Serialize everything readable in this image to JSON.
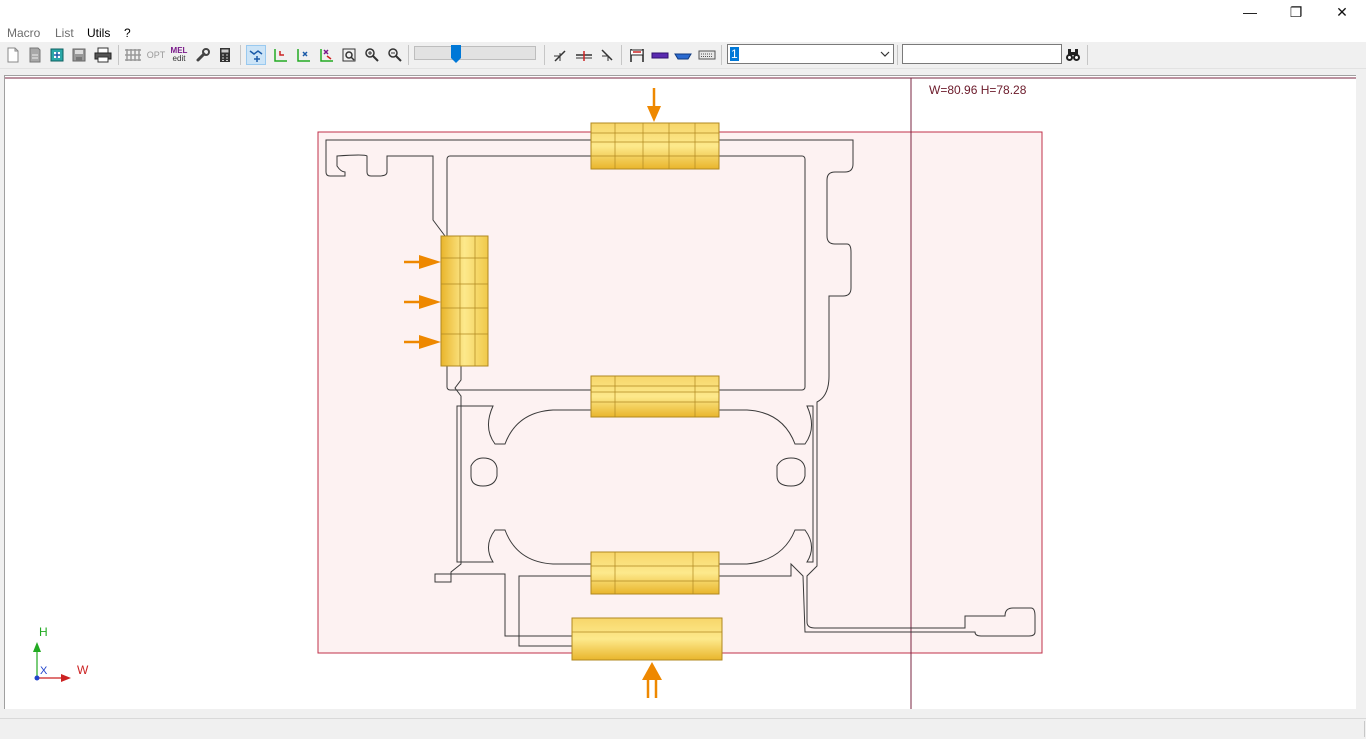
{
  "window": {
    "minimize_glyph": "—",
    "restore_glyph": "❐",
    "close_glyph": "✕"
  },
  "menu": {
    "items": [
      {
        "label": "Macro",
        "enabled": false
      },
      {
        "label": "List",
        "enabled": false
      },
      {
        "label": "Utils",
        "enabled": true
      },
      {
        "label": "?",
        "enabled": true
      }
    ]
  },
  "toolbar": {
    "opt_label": "OPT",
    "mel_label": "MEL",
    "edit_label": "edit",
    "zoom_slider_percent": 33,
    "selected_item": "1",
    "search_value": "",
    "icons": [
      "new-file-icon",
      "open-icon",
      "open-project-icon",
      "save-icon",
      "print-icon",
      "grid-icon",
      "opt-icon",
      "mel-edit-icon",
      "wrench-icon",
      "calculator-icon",
      "fit-view-icon",
      "rotate-h-icon",
      "rotate-x-icon",
      "rotate-xy-icon",
      "zoom-window-icon",
      "zoom-in-icon",
      "zoom-out-icon",
      "align-icon",
      "cut-line-icon",
      "mirror-icon",
      "flag-icon",
      "profile-bar-icon",
      "boat-icon",
      "keyboard-icon",
      "binoculars-icon"
    ]
  },
  "canvas": {
    "dimension_text": "W=80.96  H=78.28",
    "axis": {
      "h_label": "H",
      "w_label": "W",
      "x_label": "X"
    },
    "colors": {
      "axis_h": "#22aa22",
      "axis_w": "#cc2222",
      "axis_origin": "#2244cc",
      "bounding_box": "#c0304a",
      "bounding_fill": "#fdf2f2",
      "guide": "#7a2440",
      "profile": "#3a3a3a",
      "support_block": "#f0c830",
      "arrow": "#ee8800"
    }
  },
  "status": {
    "text": ""
  }
}
